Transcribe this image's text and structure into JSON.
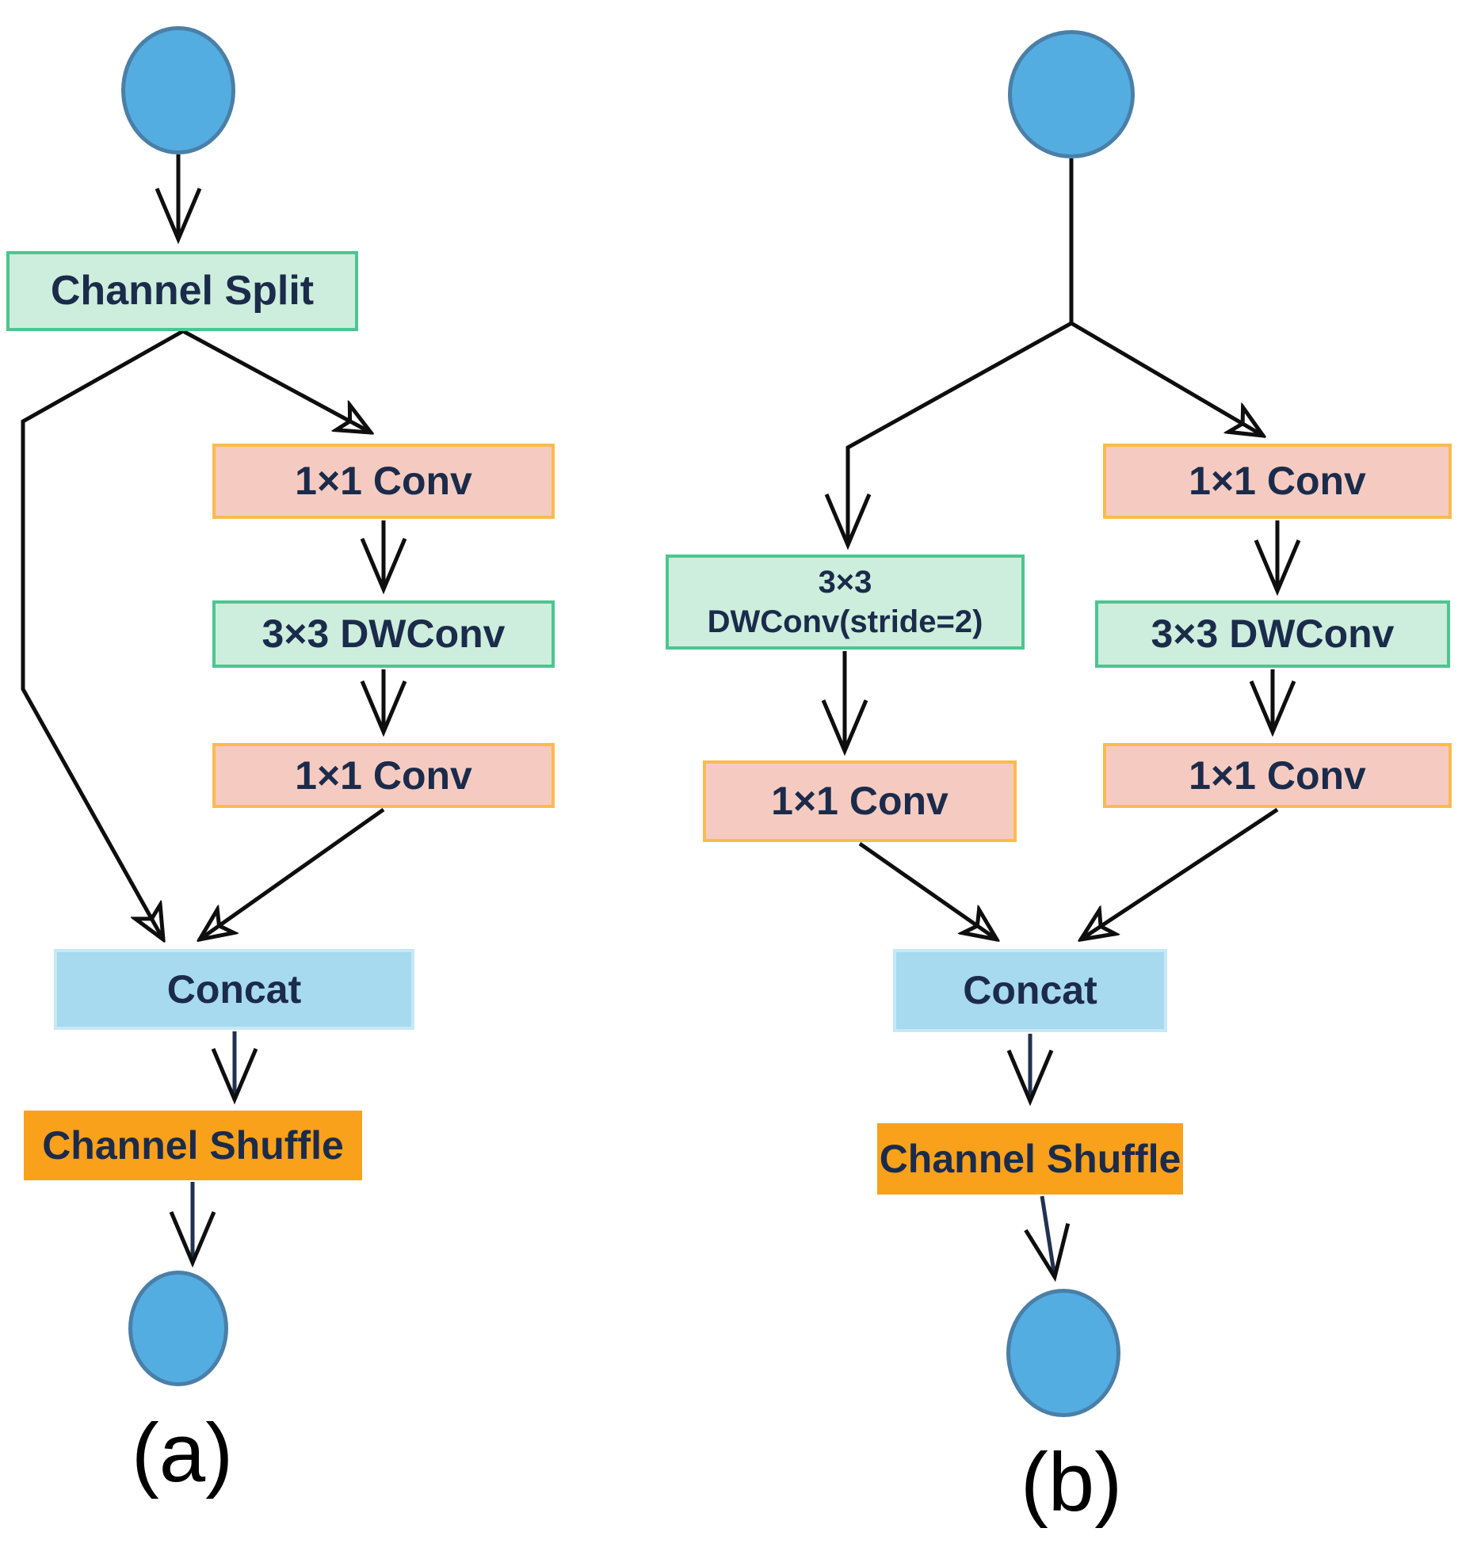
{
  "figure": {
    "diagram_a": {
      "caption": "(a)",
      "nodes": {
        "channel_split": "Channel Split",
        "conv1": "1×1 Conv",
        "dwconv": "3×3 DWConv",
        "conv2": "1×1 Conv",
        "concat": "Concat",
        "channel_shuffle": "Channel Shuffle"
      }
    },
    "diagram_b": {
      "caption": "(b)",
      "nodes": {
        "stride_dwconv_line1": "3×3",
        "stride_dwconv_line2": "DWConv(stride=2)",
        "conv_left": "1×1 Conv",
        "conv1": "1×1 Conv",
        "dwconv": "3×3 DWConv",
        "conv2": "1×1 Conv",
        "concat": "Concat",
        "channel_shuffle": "Channel Shuffle"
      }
    },
    "colors": {
      "node_circle_fill": "#54ADE0",
      "node_circle_border": "#4A7FA8",
      "green_fill": "#CDEEDC",
      "green_border": "#4DC591",
      "pink_fill": "#F5CBC1",
      "pink_border": "#FBBB4D",
      "blue_fill": "#A7D9EF",
      "blue_border": "#C7E8F6",
      "orange_fill": "#F9A11B",
      "box_text": "#1B2B4B",
      "line_black": "#0E0E0E",
      "line_navy": "#223150"
    }
  }
}
